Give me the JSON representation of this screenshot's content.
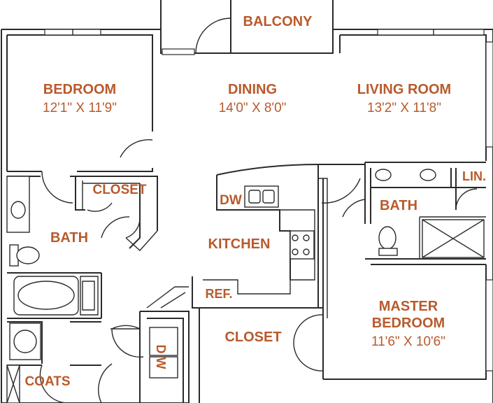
{
  "rooms": {
    "balcony": {
      "name": "BALCONY"
    },
    "bedroom": {
      "name": "BEDROOM",
      "size": "12'1\" X 11'9\""
    },
    "dining": {
      "name": "DINING",
      "size": "14'0\" X 8'0\""
    },
    "living_room": {
      "name": "LIVING ROOM",
      "size": "13'2\" X 11'8\""
    },
    "closet_bedroom": {
      "name": "CLOSET"
    },
    "bath_main": {
      "name": "BATH"
    },
    "dw_kitchen": {
      "name": "DW"
    },
    "kitchen": {
      "name": "KITCHEN"
    },
    "ref": {
      "name": "REF."
    },
    "bath_master": {
      "name": "BATH"
    },
    "lin": {
      "name": "LIN."
    },
    "closet_hall": {
      "name": "CLOSET"
    },
    "master_bedroom": {
      "name_line1": "MASTER",
      "name_line2": "BEDROOM",
      "size": "11'6\" X 10'6\""
    },
    "dw_laundry": {
      "name": "D W"
    },
    "coats": {
      "name": "COATS"
    }
  }
}
